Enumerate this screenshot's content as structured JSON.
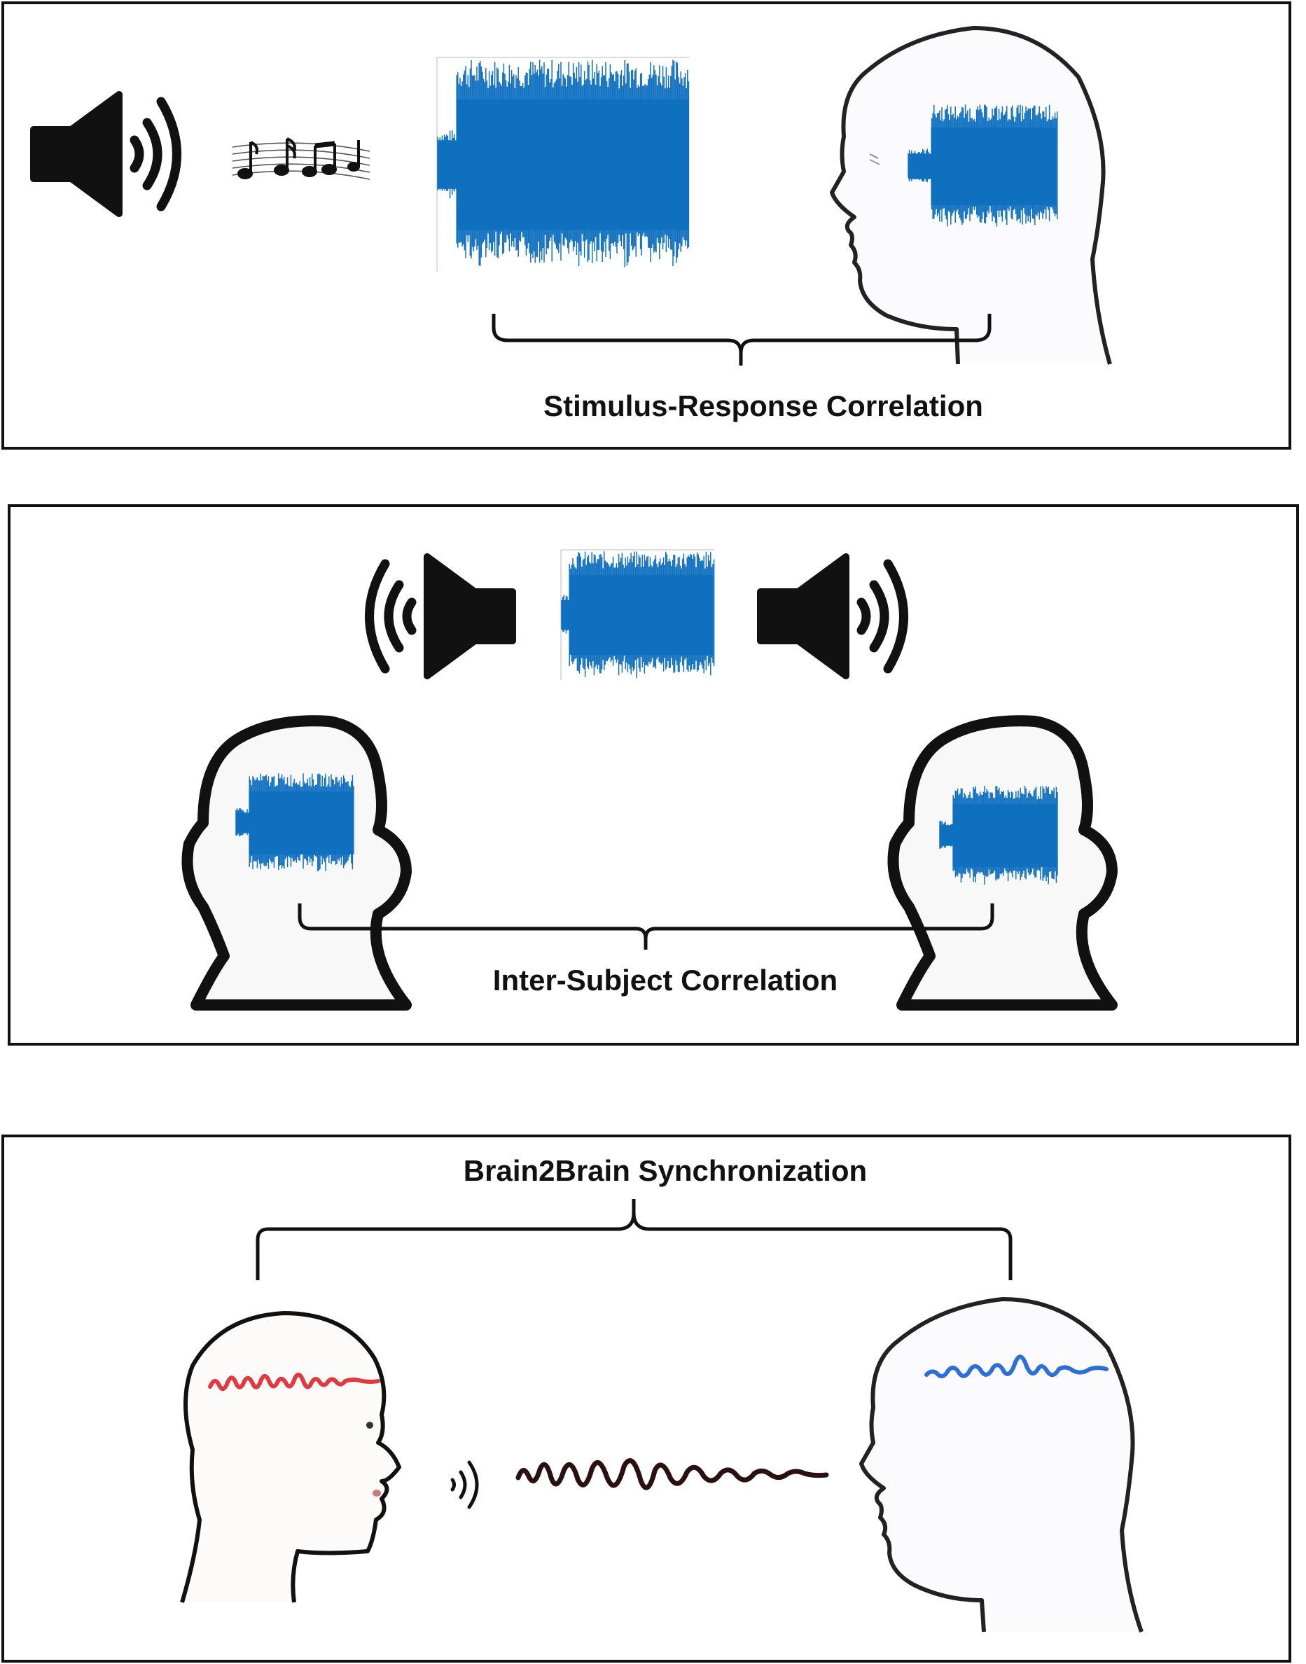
{
  "panels": {
    "stimulus_response": {
      "title": "Stimulus-Response Correlation"
    },
    "inter_subject": {
      "title": "Inter-Subject Correlation"
    },
    "brain2brain": {
      "title": "Brain2Brain Synchronization"
    }
  },
  "colors": {
    "waveform_blue": "#1070c0",
    "ink": "#111111",
    "red_wave": "#e0393f",
    "blue_wave": "#2d6fd6",
    "speech_wave": "#2a1010"
  },
  "icons": [
    "speaker-icon",
    "music-notes-icon",
    "head-icon",
    "sound-waves-icon"
  ]
}
